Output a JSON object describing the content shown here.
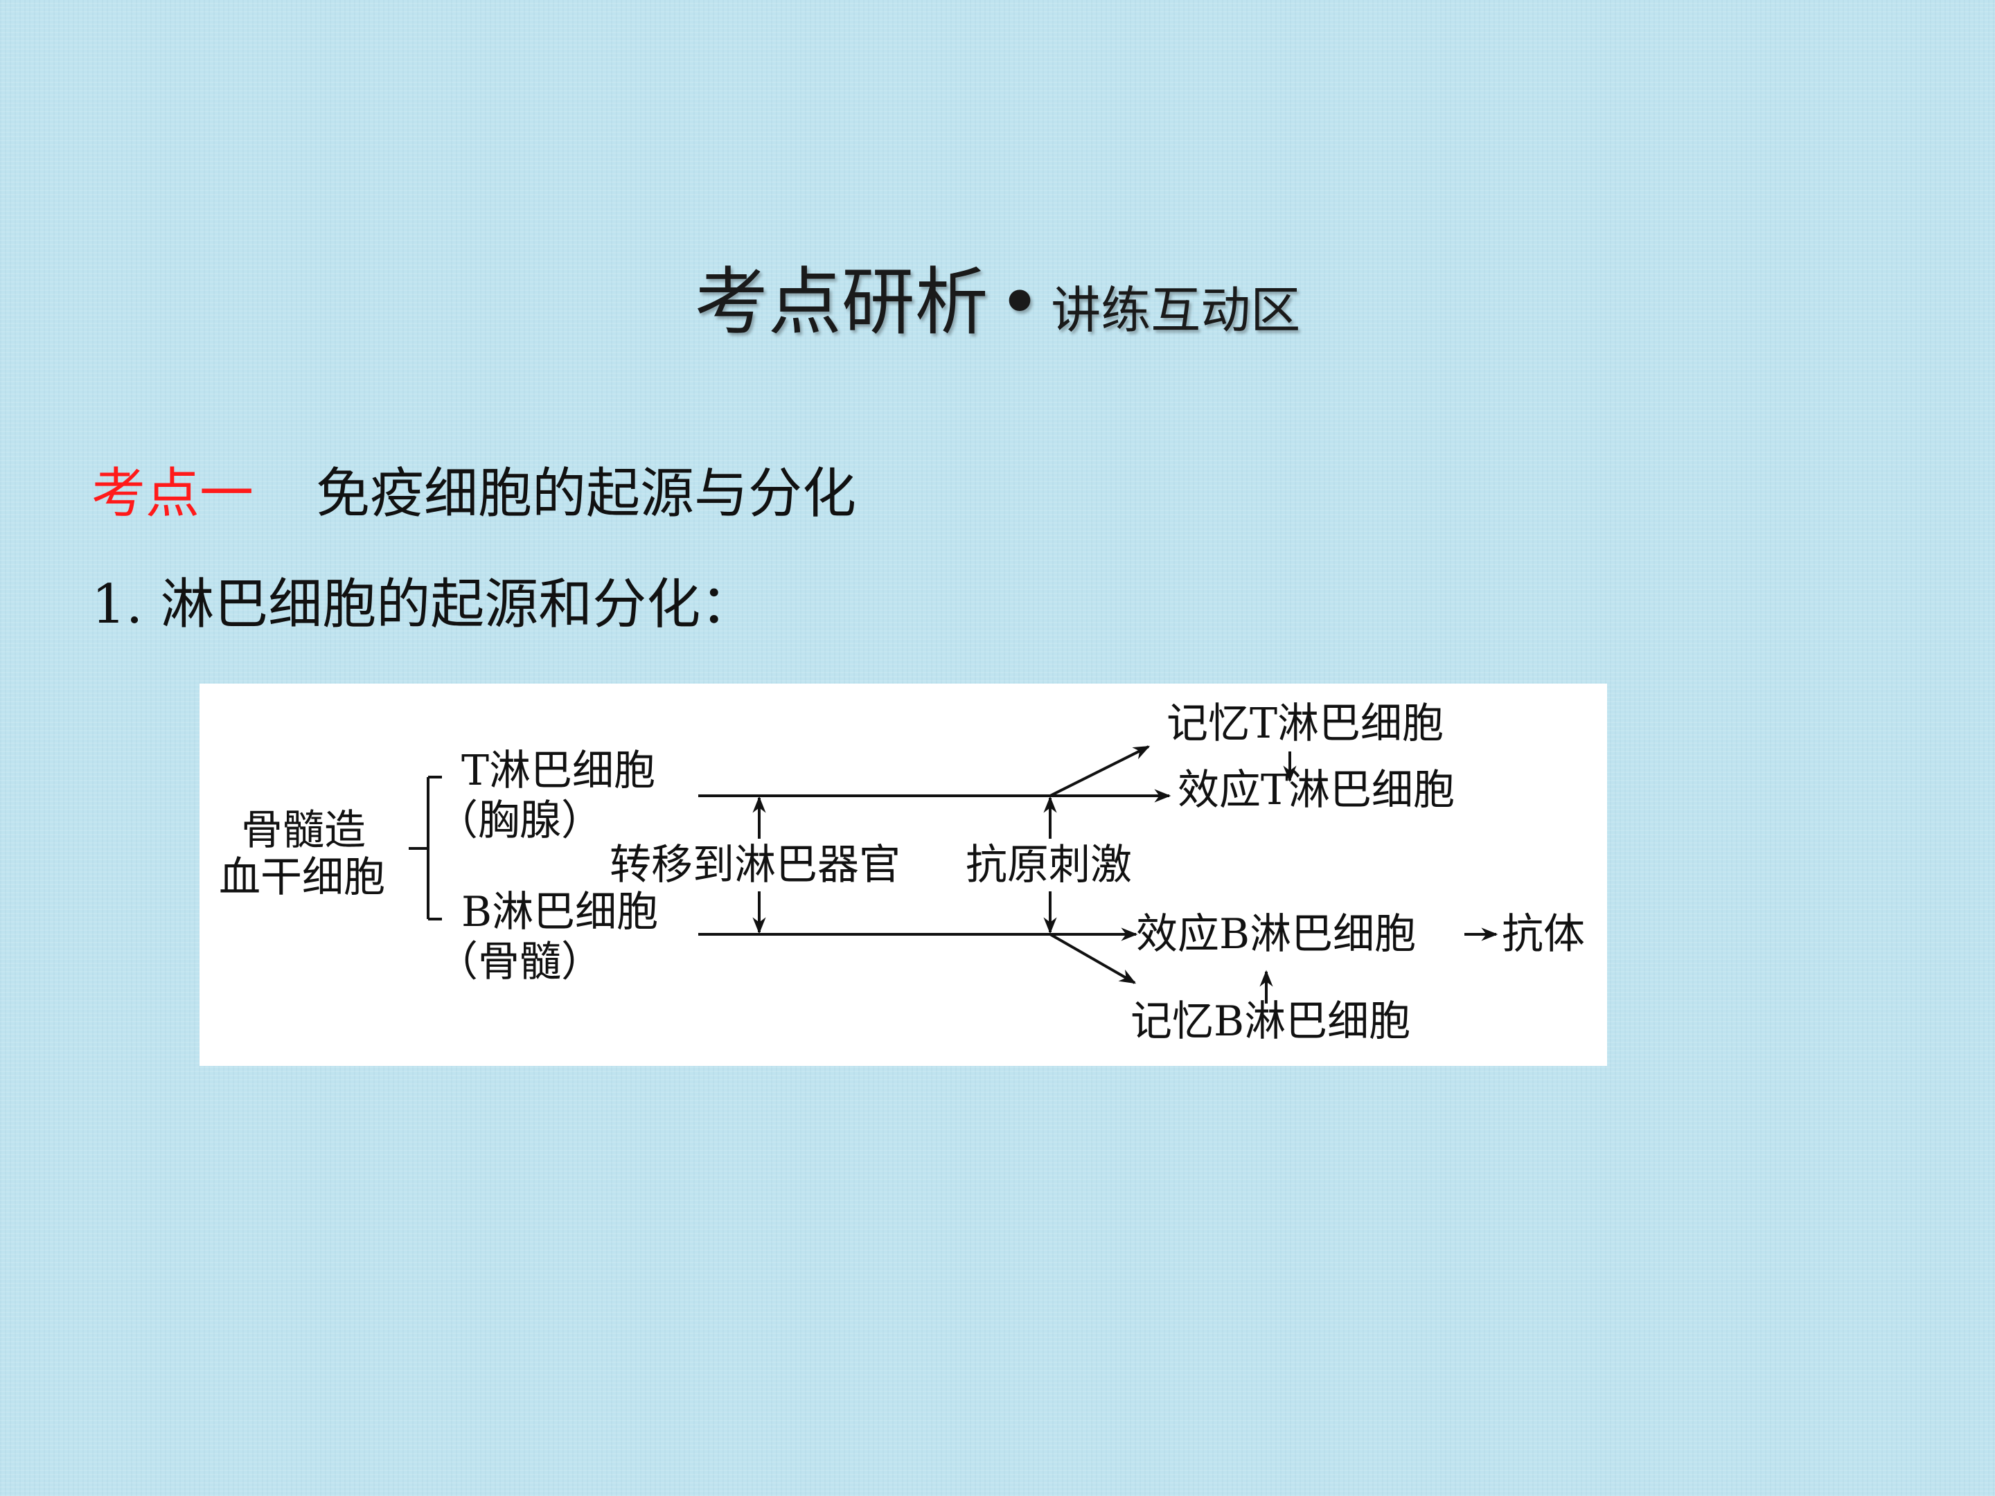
{
  "title": {
    "main": "考点研析",
    "dot": "•",
    "sub": "讲练互动区"
  },
  "topic": {
    "label": "考点一",
    "text": "免疫细胞的起源与分化"
  },
  "item": {
    "text": "1. 淋巴细胞的起源和分化："
  },
  "diagram": {
    "hsc_line1": "骨髓造",
    "hsc_line2": "血干细胞",
    "t_cell": "T淋巴细胞",
    "t_site": "（胸腺）",
    "b_cell": "B淋巴细胞",
    "b_site": "（骨髓）",
    "transfer": "转移到淋巴器官",
    "antigen": "抗原刺激",
    "memory_t": "记忆T淋巴细胞",
    "effector_t": "效应T淋巴细胞",
    "effector_b": "效应B淋巴细胞",
    "antibody": "抗体",
    "memory_b": "记忆B淋巴细胞"
  },
  "colors": {
    "background": "#bfe3ef",
    "topic_label": "#ff1a1a",
    "panel": "#ffffff"
  }
}
